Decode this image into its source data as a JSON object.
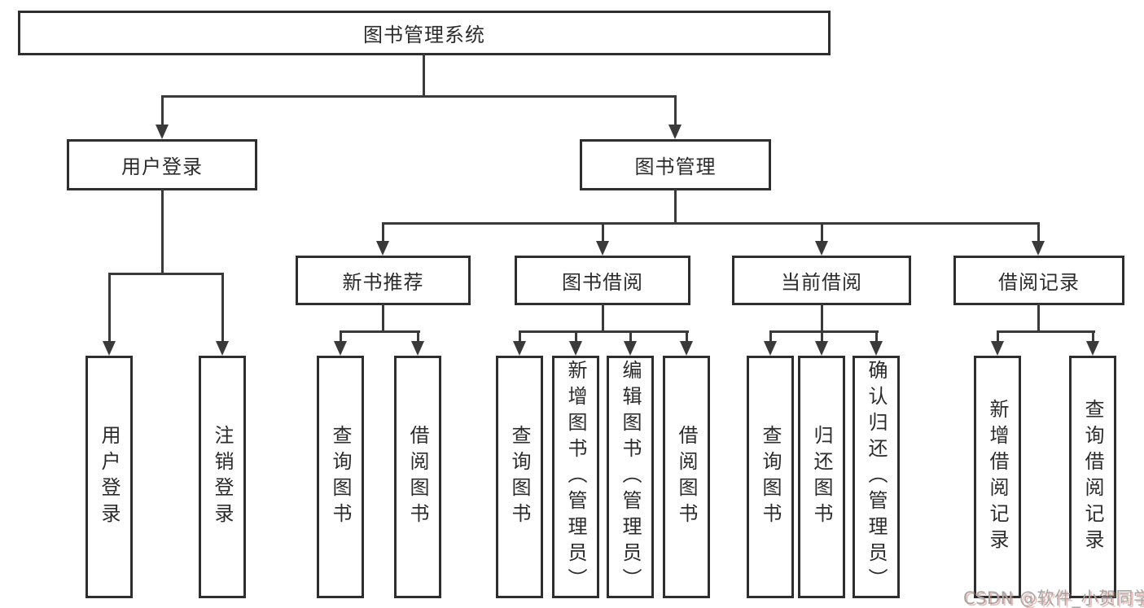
{
  "tree": {
    "root": {
      "label": "图书管理系统"
    },
    "branches": [
      {
        "label": "用户登录",
        "children": [
          "用户登录",
          "注销登录"
        ]
      },
      {
        "label": "图书管理",
        "groups": [
          {
            "label": "新书推荐",
            "children": [
              "查询图书",
              "借阅图书"
            ]
          },
          {
            "label": "图书借阅",
            "children": [
              "查询图书",
              "新增图书（管理员）",
              "编辑图书（管理员）",
              "借阅图书"
            ]
          },
          {
            "label": "当前借阅",
            "children": [
              "查询图书",
              "归还图书",
              "确认归还（管理员）"
            ]
          },
          {
            "label": "借阅记录",
            "children": [
              "新增借阅记录",
              "查询借阅记录"
            ]
          }
        ]
      }
    ]
  },
  "watermark": "CSDN @软件_小贺同学",
  "colors": {
    "line": "#3a3a3a",
    "border": "#2e2e2e",
    "text": "#2b2b2b",
    "background": "#ffffff",
    "watermark": "#a6a6a6"
  }
}
